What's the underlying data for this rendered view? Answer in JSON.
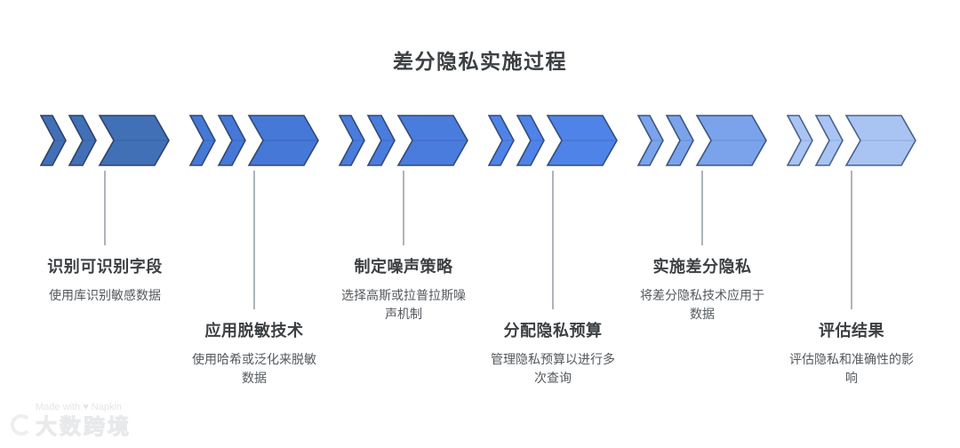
{
  "page": {
    "title": "差分隐私实施过程"
  },
  "colors": {
    "title_text": "#3c4043",
    "desc_text": "#54585c",
    "connector": "#aeb4ba",
    "background": "#ffffff"
  },
  "steps": [
    {
      "title": "识别可识别字段",
      "description": "使用库识别敏感数据",
      "fill": "#4170b6",
      "stroke": "#2f4168",
      "seam": "#3a66a8",
      "connector": "short"
    },
    {
      "title": "应用脱敏技术",
      "description": "使用哈希或泛化来脱敏数据",
      "fill": "#4678d8",
      "stroke": "#31486f",
      "seam": "#3e6bc4",
      "connector": "long"
    },
    {
      "title": "制定噪声策略",
      "description": "选择高斯或拉普拉斯噪声机制",
      "fill": "#4a7cde",
      "stroke": "#324a73",
      "seam": "#4270c8",
      "connector": "short"
    },
    {
      "title": "分配隐私预算",
      "description": "管理隐私预算以进行多次查询",
      "fill": "#4f83e8",
      "stroke": "#344c78",
      "seam": "#4676d4",
      "connector": "long"
    },
    {
      "title": "实施差分隐私",
      "description": "将差分隐私技术应用于数据",
      "fill": "#7aa3ec",
      "stroke": "#3c5580",
      "seam": "#6b94da",
      "connector": "short"
    },
    {
      "title": "评估结果",
      "description": "评估隐私和准确性的影响",
      "fill": "#a9c4f3",
      "stroke": "#49618c",
      "seam": "#96b2e0",
      "connector": "long"
    }
  ],
  "watermark": {
    "brand": "大数跨境",
    "credit": "Made with ♥ Napkin"
  }
}
